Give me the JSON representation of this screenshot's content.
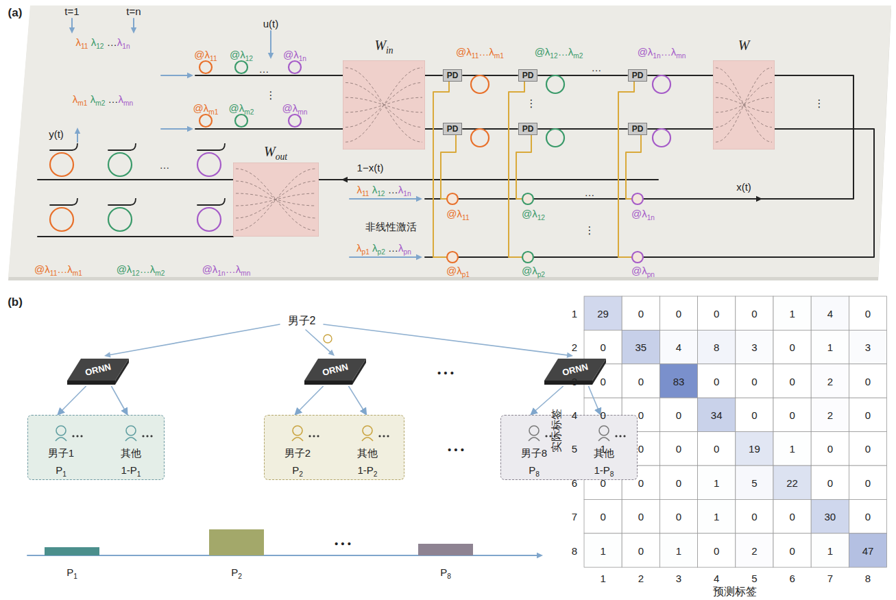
{
  "diagram": {
    "nodes": [
      {
        "text": [
          "Win"
        ]
      },
      {
        "text": [
          "PD"
        ]
      },
      {
        "text": [
          "PD"
        ]
      },
      {
        "text": [
          "PD"
        ]
      },
      {
        "text": [
          "PD"
        ]
      },
      {
        "text": [
          "PD"
        ]
      },
      {
        "text": [
          "PD"
        ]
      },
      {
        "text": [
          "W"
        ]
      },
      {
        "text": [
          "Wout"
        ]
      },
      {
        "text": [
          "ORNN"
        ]
      },
      {
        "text": [
          "ORNN"
        ]
      },
      {
        "text": [
          "ORNN"
        ]
      },
      {
        "text": [
          "男子1",
          "其他",
          "P1",
          "1-P1"
        ]
      },
      {
        "text": [
          "男子2",
          "其他",
          "P2",
          "1-P2"
        ]
      },
      {
        "text": [
          "男子8",
          "其他",
          "P8",
          "1-P8"
        ]
      }
    ],
    "edges": [
      {
        "from": 0,
        "to": 1,
        "arrow": "none"
      },
      {
        "from": 1,
        "to": 2,
        "arrow": "none"
      },
      {
        "from": 2,
        "to": 3,
        "arrow": "none"
      },
      {
        "from": 3,
        "to": 7,
        "arrow": "none"
      },
      {
        "from": 0,
        "to": 4,
        "arrow": "none"
      },
      {
        "from": 4,
        "to": 5,
        "arrow": "none"
      },
      {
        "from": 5,
        "to": 6,
        "arrow": "none"
      },
      {
        "from": 6,
        "to": 7,
        "arrow": "none"
      },
      {
        "from": 9,
        "to": 12,
        "arrow": "to"
      },
      {
        "from": 9,
        "to": 12,
        "arrow": "to"
      },
      {
        "from": 10,
        "to": 13,
        "arrow": "to"
      },
      {
        "from": 10,
        "to": 13,
        "arrow": "to"
      },
      {
        "from": 11,
        "to": 14,
        "arrow": "to"
      },
      {
        "from": 11,
        "to": 14,
        "arrow": "to"
      }
    ],
    "labels": [
      "(a)",
      "t=1",
      "t=n",
      "λ11 λ12 …λ1n",
      "u(t)",
      "@λ11",
      "@λ12",
      "…",
      "@λ1n",
      "λm1 λm2 …λmn",
      "@λm1",
      "@λm2",
      "⋮",
      "@λmn",
      "y(t)",
      "@λ11…λm1",
      "@λ12…λm2",
      "…",
      "@λ1n…λmn",
      "⋮",
      "⋮",
      "1−x(t)",
      "x(t)",
      "λ11 λ12 …λ1n",
      "@λ11",
      "@λ12",
      "…",
      "@λ1n",
      "非线性激活",
      "⋮",
      "λp1 λp2 …λpn",
      "@λp1",
      "@λp2",
      "@λpn",
      "…",
      "@λ11…λm1",
      "@λ12…λm2",
      "@λ1n…λmn",
      "(b)",
      "男子2",
      "• • •",
      "• • •",
      "• • •",
      "P1",
      "P2",
      "P8",
      "实际标签",
      "预测标签",
      "1",
      "2",
      "3",
      "4",
      "5",
      "6",
      "7",
      "8",
      "1",
      "2",
      "3",
      "4",
      "5",
      "6",
      "7",
      "8",
      "29",
      "0",
      "0",
      "0",
      "0",
      "1",
      "4",
      "0",
      "0",
      "35",
      "4",
      "8",
      "3",
      "0",
      "1",
      "3",
      "0",
      "0",
      "83",
      "0",
      "0",
      "0",
      "2",
      "0",
      "0",
      "0",
      "0",
      "34",
      "0",
      "0",
      "2",
      "0",
      "1",
      "0",
      "0",
      "0",
      "19",
      "1",
      "0",
      "0",
      "0",
      "0",
      "0",
      "1",
      "5",
      "22",
      "0",
      "0",
      "0",
      "0",
      "0",
      "1",
      "0",
      "0",
      "30",
      "0",
      "1",
      "0",
      "1",
      "0",
      "2",
      "0",
      "1",
      "47"
    ]
  }
}
